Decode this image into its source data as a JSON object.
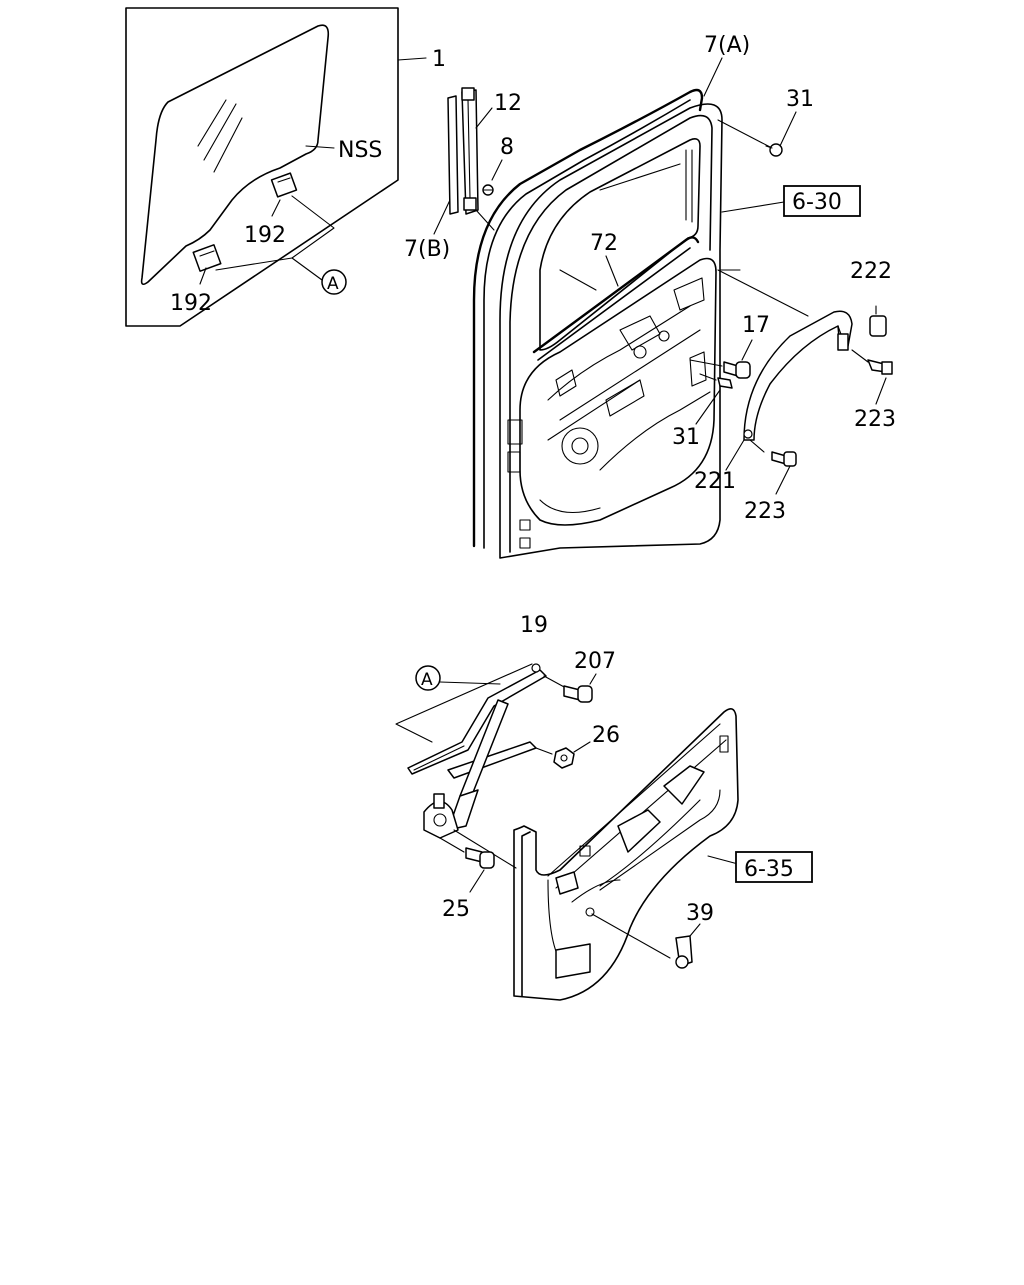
{
  "labels": {
    "glass": "1",
    "nss": "NSS",
    "clip_upper": "192",
    "clip_lower": "192",
    "ref_a_top": "A",
    "channel_12": "12",
    "screw_8": "8",
    "run_7b": "7(B)",
    "weatherstrip_7a": "7(A)",
    "clip_31_top": "31",
    "ref_6_30": "6-30",
    "seal_72": "72",
    "cap_222": "222",
    "bolt_17": "17",
    "screw_223_right": "223",
    "clip_31_mid": "31",
    "bracket_221": "221",
    "screw_223_bottom": "223",
    "bracket_19": "19",
    "bolt_207": "207",
    "nut_26": "26",
    "ref_a_bottom": "A",
    "bolt_25": "25",
    "ref_6_35": "6-35",
    "clip_39": "39"
  }
}
